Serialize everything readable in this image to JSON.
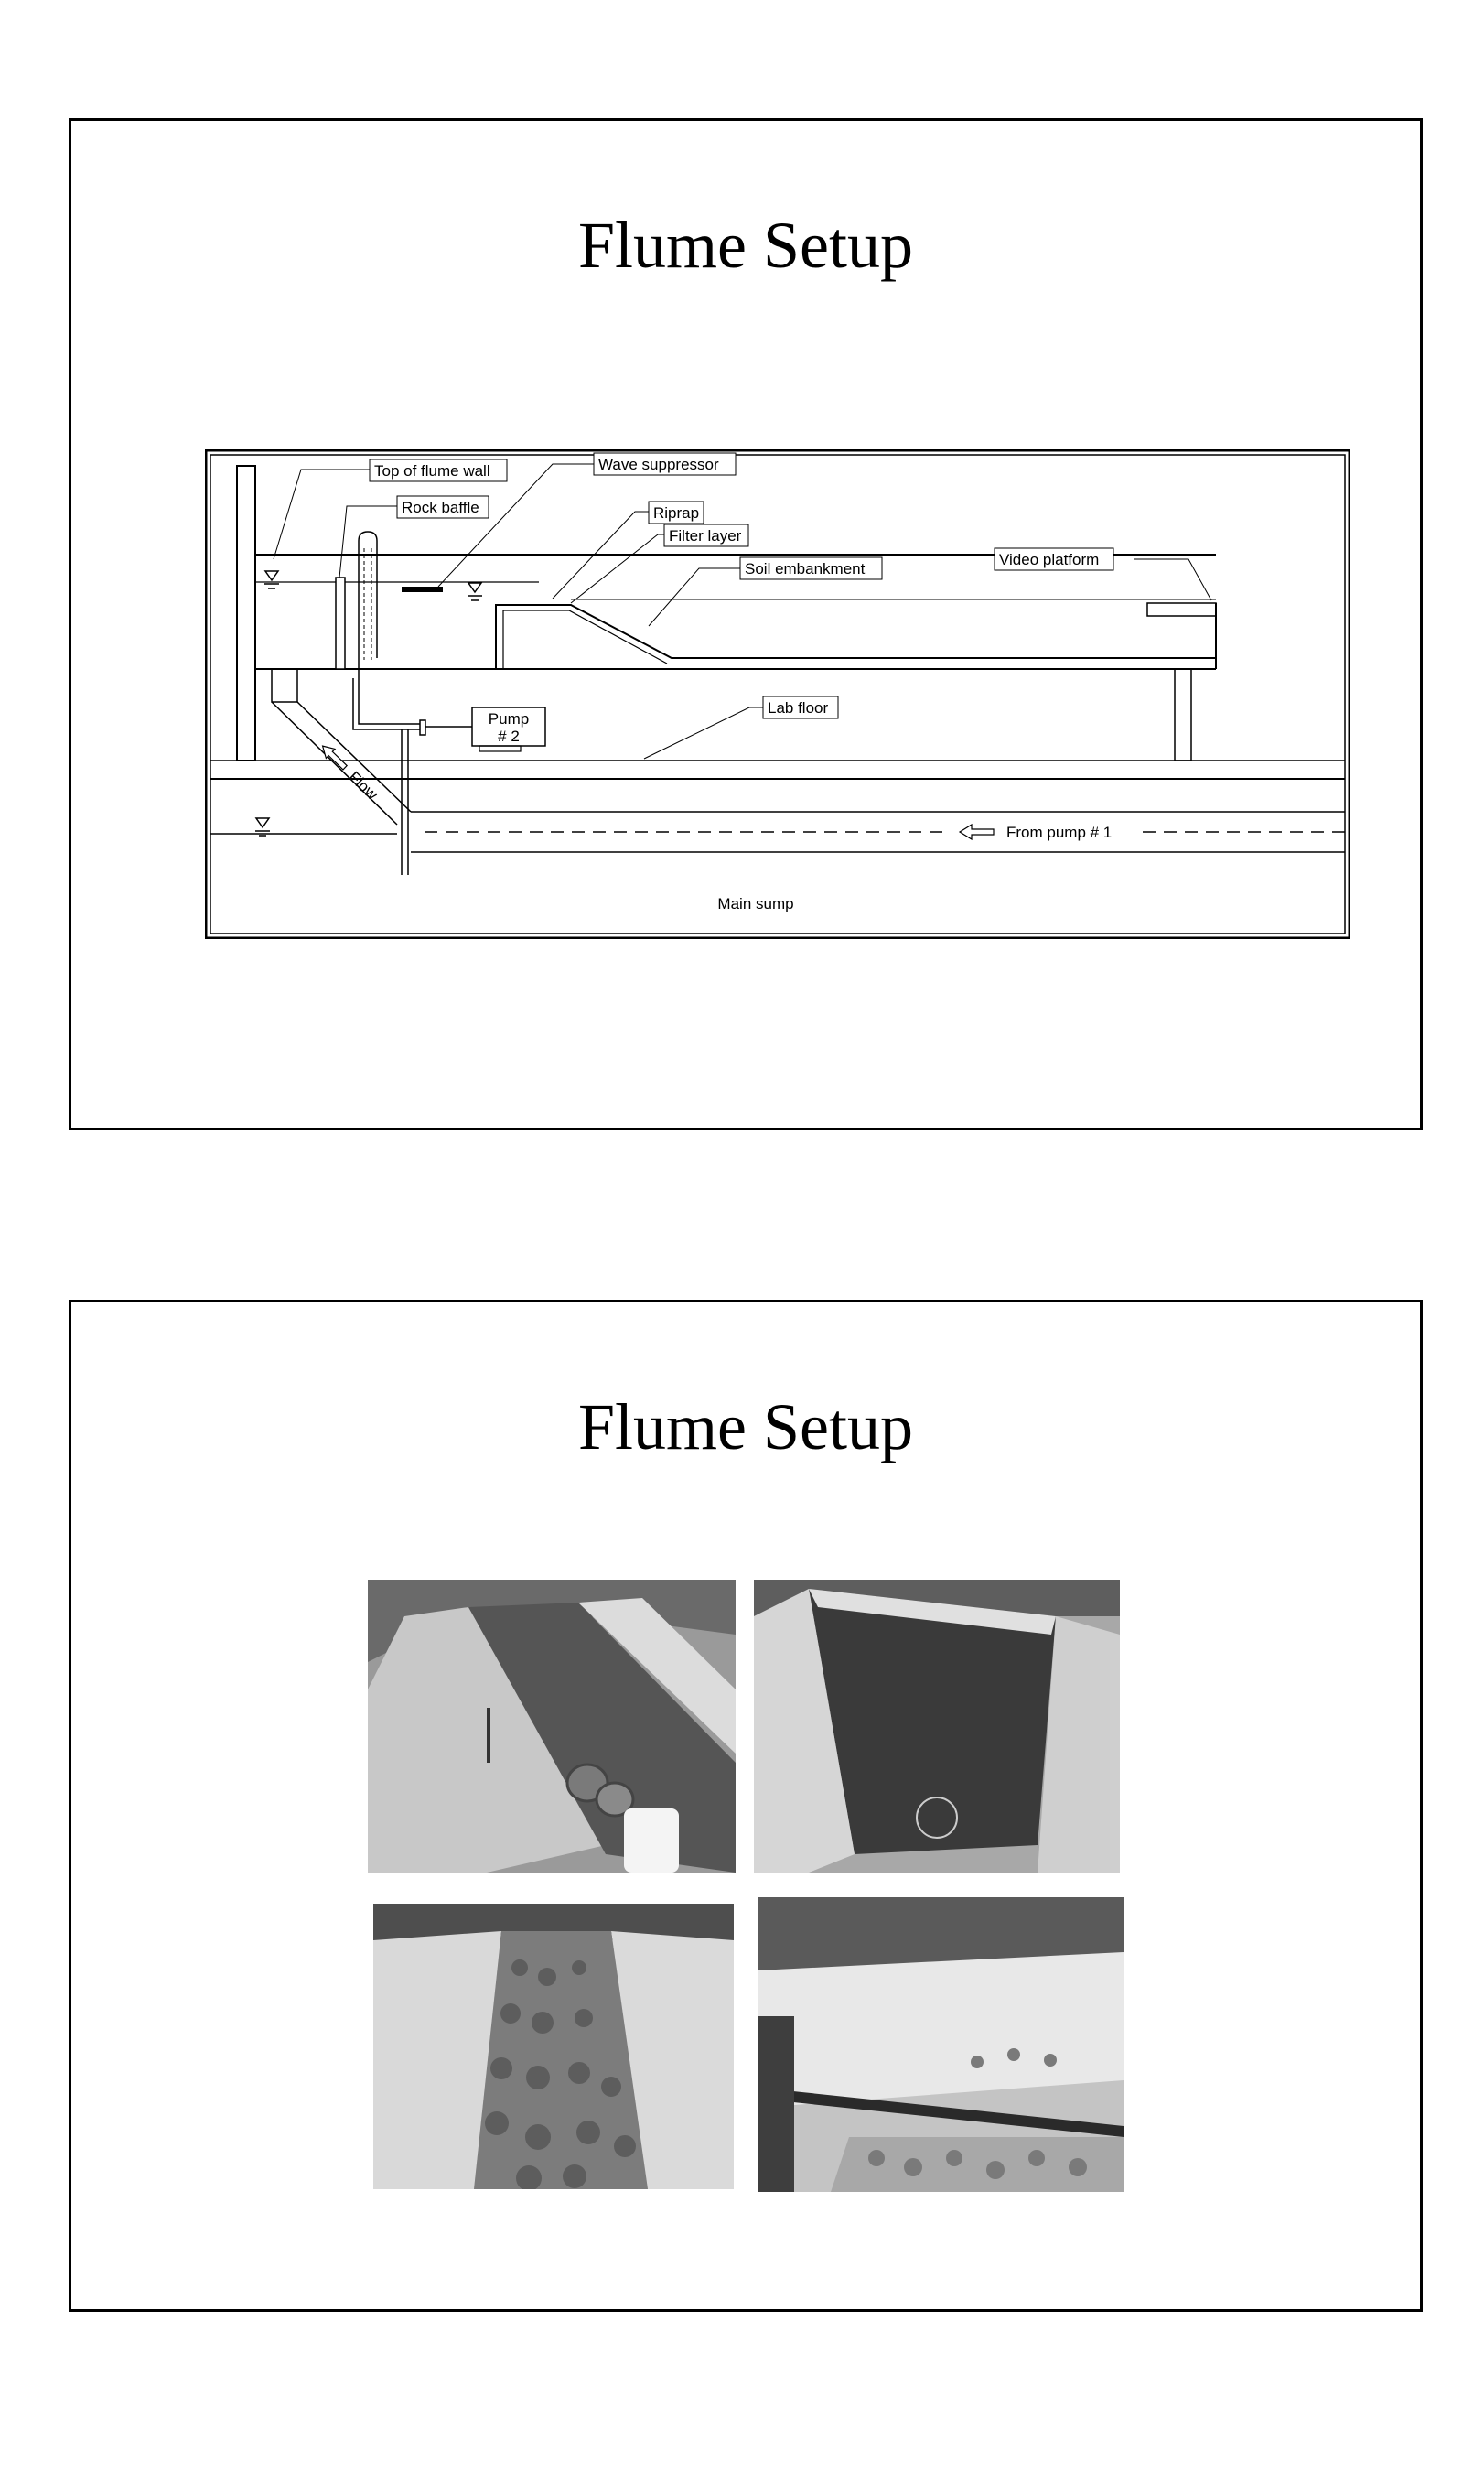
{
  "slides": [
    {
      "title": "Flume Setup",
      "diagram": {
        "labels": {
          "top_of_flume_wall": "Top of flume wall",
          "rock_baffle": "Rock baffle",
          "wave_suppressor": "Wave suppressor",
          "riprap": "Riprap",
          "filter_layer": "Filter layer",
          "soil_embankment": "Soil embankment",
          "video_platform": "Video platform",
          "pump2_line1": "Pump",
          "pump2_line2": "# 2",
          "lab_floor": "Lab floor",
          "flow": "Flow",
          "from_pump1": "From pump # 1",
          "main_sump": "Main sump"
        },
        "icons": [
          "water-level-icon",
          "flow-arrow-icon"
        ]
      }
    },
    {
      "title": "Flume Setup",
      "photos": [
        {
          "subject": "empty-flume-photo"
        },
        {
          "subject": "soil-embankment-photo"
        },
        {
          "subject": "riprap-flume-photo"
        },
        {
          "subject": "flooded-riprap-photo"
        }
      ]
    }
  ],
  "colors": {
    "ink": "#000000",
    "paper": "#ffffff",
    "photo_gray": "#8a8a8a"
  }
}
